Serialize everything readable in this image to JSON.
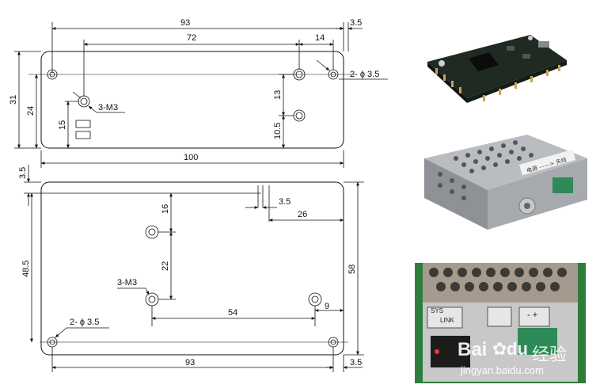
{
  "drawing": {
    "top_view": {
      "dims": {
        "overall_holes": "93",
        "hole_span": "72",
        "right_offset": "14",
        "edge_offset": "3.5",
        "hole_dia": "2- ϕ 3.5",
        "thread": "3-M3",
        "height_total": "31",
        "height_holes": "24",
        "thread_height": "15",
        "hole_gap": "13",
        "hole_low": "10.5",
        "width_total": "100"
      }
    },
    "bottom_view": {
      "dims": {
        "edge_top": "3.5",
        "hole_dx": "3.5",
        "right_dist": "26",
        "top_gap": "16",
        "height_inner": "48.5",
        "thread": "3-M3",
        "mid_gap": "22",
        "height_total": "58",
        "hole_span": "54",
        "right_small": "9",
        "hole_dia": "2- ϕ 3.5",
        "bottom_span": "93",
        "bottom_edge": "3.5"
      }
    }
  },
  "photos": {
    "detail": {
      "label_sys": "SYS",
      "label_link": "LINK",
      "terminal": "- +",
      "watermark_brand": "Bai",
      "watermark_du": "du",
      "watermark_cn": "经验",
      "watermark_url": "jingyan.baidu.com"
    },
    "case": {
      "sticker": "电源 ——> 天线"
    }
  },
  "colors": {
    "pcb": "#1f2a22",
    "metal": "#b9bcc0",
    "terminal": "#2e8b57",
    "background_green": "#2f7d3a"
  }
}
